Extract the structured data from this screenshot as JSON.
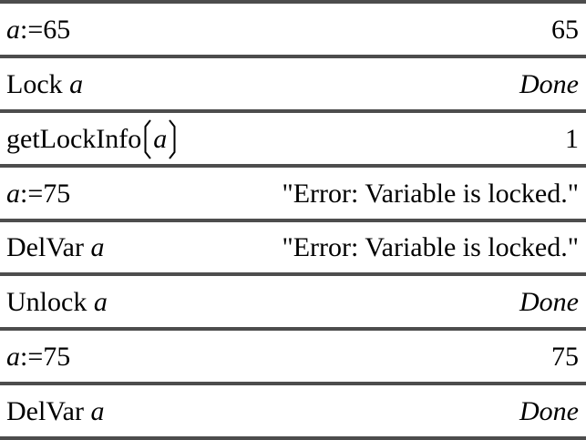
{
  "app": {
    "view": "calculator-history"
  },
  "colors": {
    "background": "#ffffff",
    "divider": "#4d4d4d",
    "text": "#000000"
  },
  "table": {
    "rows": [
      {
        "expr": {
          "var": "a",
          "post": ":=65"
        },
        "result": "65"
      },
      {
        "expr": {
          "pre": "Lock ",
          "var": "a"
        },
        "result": "Done"
      },
      {
        "expr": {
          "pre": "getLockInfo",
          "open": "(",
          "var": "a",
          "close": ")"
        },
        "result": "1"
      },
      {
        "expr": {
          "var": "a",
          "post": ":=75"
        },
        "result": "\"Error: Variable is locked.\""
      },
      {
        "expr": {
          "pre": "DelVar ",
          "var": "a"
        },
        "result": "\"Error: Variable is locked.\""
      },
      {
        "expr": {
          "pre": "Unlock ",
          "var": "a"
        },
        "result": "Done"
      },
      {
        "expr": {
          "var": "a",
          "post": ":=75"
        },
        "result": "75"
      },
      {
        "expr": {
          "pre": "DelVar ",
          "var": "a"
        },
        "result": "Done"
      }
    ]
  }
}
